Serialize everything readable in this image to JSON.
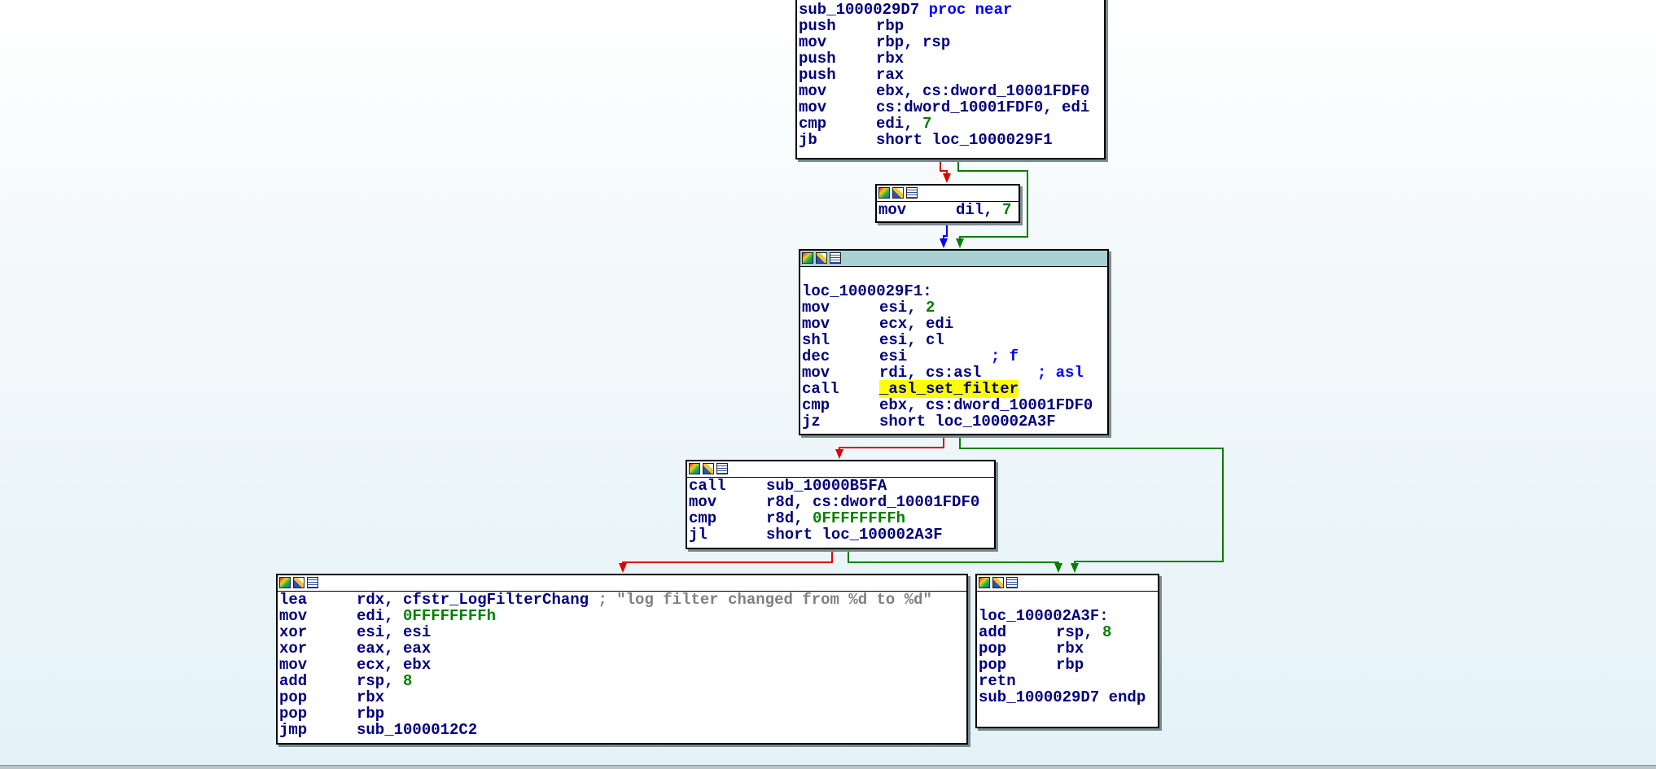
{
  "colors": {
    "edge_true": "#008000",
    "edge_false": "#e00000",
    "edge_uncond": "#0000ff",
    "highlight": "#ffff00",
    "selected_header": "#a9d1d3"
  },
  "icons": [
    "graph-overview-icon",
    "edit-pencil-icon",
    "text-view-icon"
  ],
  "blocks": {
    "entry": {
      "lines": [
        {
          "mnem": "sub_1000029D7",
          "ops": [
            {
              "t": "proc near",
              "c": "kw"
            }
          ]
        },
        {
          "mnem": "push",
          "ops": [
            {
              "t": "rbp"
            }
          ]
        },
        {
          "mnem": "mov",
          "ops": [
            {
              "t": "rbp, rsp"
            }
          ]
        },
        {
          "mnem": "push",
          "ops": [
            {
              "t": "rbx"
            }
          ]
        },
        {
          "mnem": "push",
          "ops": [
            {
              "t": "rax"
            }
          ]
        },
        {
          "mnem": "mov",
          "ops": [
            {
              "t": "ebx, cs:dword_10001FDF0"
            }
          ]
        },
        {
          "mnem": "mov",
          "ops": [
            {
              "t": "cs:dword_10001FDF0, edi"
            }
          ]
        },
        {
          "mnem": "cmp",
          "ops": [
            {
              "t": "edi, "
            },
            {
              "t": "7",
              "c": "num"
            }
          ]
        },
        {
          "mnem": "jb",
          "ops": [
            {
              "t": "short loc_1000029F1"
            }
          ]
        }
      ]
    },
    "b2": {
      "lines": [
        {
          "mnem": "mov",
          "ops": [
            {
              "t": "dil, "
            },
            {
              "t": "7",
              "c": "num"
            }
          ]
        }
      ]
    },
    "b3": {
      "lines": [
        {
          "label": "loc_1000029F1:"
        },
        {
          "mnem": "mov",
          "ops": [
            {
              "t": "esi, "
            },
            {
              "t": "2",
              "c": "num"
            }
          ]
        },
        {
          "mnem": "mov",
          "ops": [
            {
              "t": "ecx, edi"
            }
          ]
        },
        {
          "mnem": "shl",
          "ops": [
            {
              "t": "esi, cl"
            }
          ]
        },
        {
          "mnem": "dec",
          "ops": [
            {
              "t": "esi"
            },
            {
              "t": "         ; f",
              "c": "cmt"
            }
          ]
        },
        {
          "mnem": "mov",
          "ops": [
            {
              "t": "rdi, cs:asl"
            },
            {
              "t": "      ; asl",
              "c": "cmt"
            }
          ]
        },
        {
          "mnem": "call",
          "ops": [
            {
              "t": "_asl_set_filter",
              "c": "hl"
            }
          ]
        },
        {
          "mnem": "cmp",
          "ops": [
            {
              "t": "ebx, cs:dword_10001FDF0"
            }
          ]
        },
        {
          "mnem": "jz",
          "ops": [
            {
              "t": "short loc_100002A3F"
            }
          ]
        }
      ]
    },
    "b4": {
      "lines": [
        {
          "mnem": "call",
          "ops": [
            {
              "t": "sub_10000B5FA"
            }
          ]
        },
        {
          "mnem": "mov",
          "ops": [
            {
              "t": "r8d, cs:dword_10001FDF0"
            }
          ]
        },
        {
          "mnem": "cmp",
          "ops": [
            {
              "t": "r8d, "
            },
            {
              "t": "0FFFFFFFFh",
              "c": "num"
            }
          ]
        },
        {
          "mnem": "jl",
          "ops": [
            {
              "t": "short loc_100002A3F"
            }
          ]
        }
      ]
    },
    "b5": {
      "lines": [
        {
          "mnem": "lea",
          "ops": [
            {
              "t": "rdx, cfstr_LogFilterChang"
            },
            {
              "t": " ; \"log filter changed from %d to %d\"",
              "c": "str"
            }
          ]
        },
        {
          "mnem": "mov",
          "ops": [
            {
              "t": "edi, "
            },
            {
              "t": "0FFFFFFFFh",
              "c": "num"
            }
          ]
        },
        {
          "mnem": "xor",
          "ops": [
            {
              "t": "esi, esi"
            }
          ]
        },
        {
          "mnem": "xor",
          "ops": [
            {
              "t": "eax, eax"
            }
          ]
        },
        {
          "mnem": "mov",
          "ops": [
            {
              "t": "ecx, ebx"
            }
          ]
        },
        {
          "mnem": "add",
          "ops": [
            {
              "t": "rsp, "
            },
            {
              "t": "8",
              "c": "num"
            }
          ]
        },
        {
          "mnem": "pop",
          "ops": [
            {
              "t": "rbx"
            }
          ]
        },
        {
          "mnem": "pop",
          "ops": [
            {
              "t": "rbp"
            }
          ]
        },
        {
          "mnem": "jmp",
          "ops": [
            {
              "t": "sub_1000012C2"
            }
          ]
        }
      ]
    },
    "b6": {
      "lines": [
        {
          "label": "loc_100002A3F:"
        },
        {
          "mnem": "add",
          "ops": [
            {
              "t": "rsp, "
            },
            {
              "t": "8",
              "c": "num"
            }
          ]
        },
        {
          "mnem": "pop",
          "ops": [
            {
              "t": "rbx"
            }
          ]
        },
        {
          "mnem": "pop",
          "ops": [
            {
              "t": "rbp"
            }
          ]
        },
        {
          "mnem": "retn",
          "ops": []
        },
        {
          "label": "sub_1000029D7 endp"
        }
      ]
    }
  }
}
